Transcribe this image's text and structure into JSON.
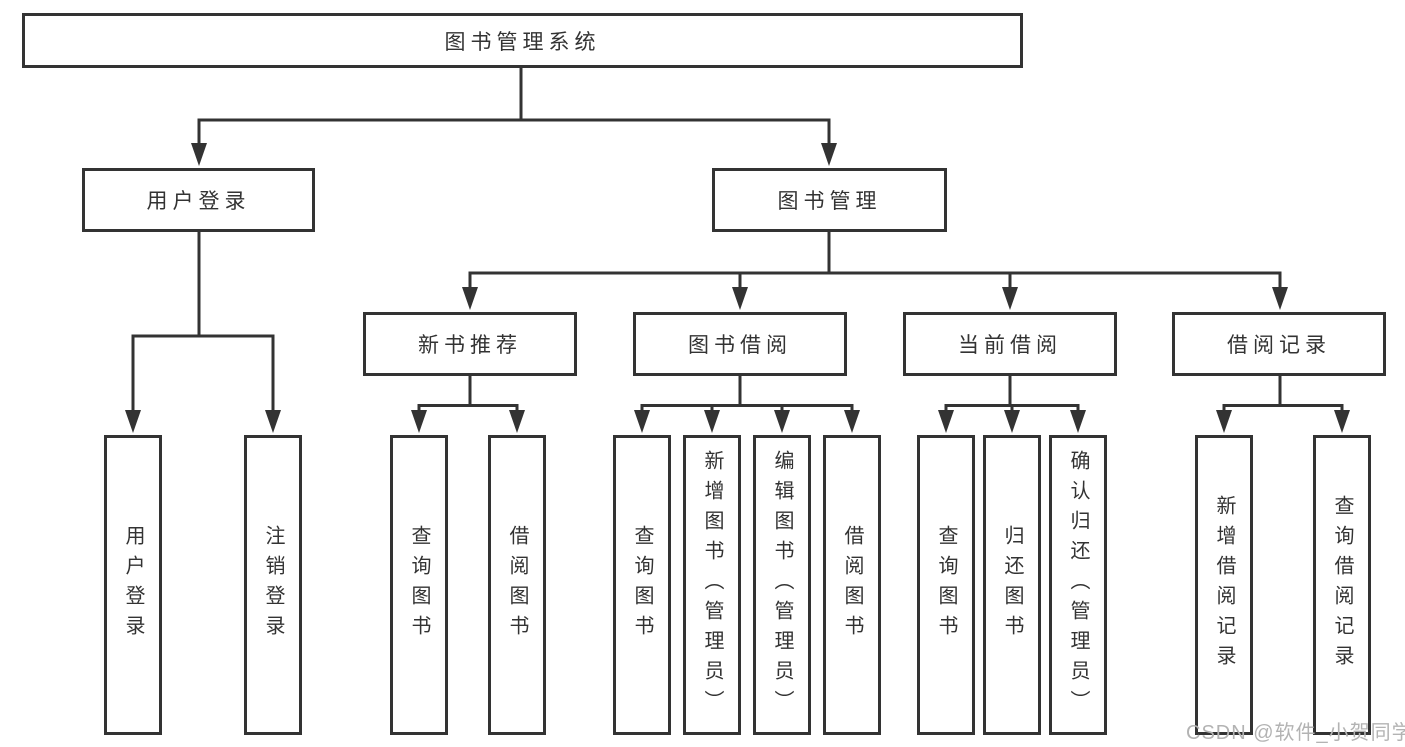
{
  "tree": {
    "root": {
      "label": "图书管理系统"
    },
    "branches": [
      {
        "label": "用户登录",
        "children": [
          {
            "label": "用户登录"
          },
          {
            "label": "注销登录"
          }
        ]
      },
      {
        "label": "图书管理",
        "children": [
          {
            "label": "新书推荐",
            "children": [
              {
                "label": "查询图书"
              },
              {
                "label": "借阅图书"
              }
            ]
          },
          {
            "label": "图书借阅",
            "children": [
              {
                "label": "查询图书"
              },
              {
                "label": "新增图书（管理员）"
              },
              {
                "label": "编辑图书（管理员）"
              },
              {
                "label": "借阅图书"
              }
            ]
          },
          {
            "label": "当前借阅",
            "children": [
              {
                "label": "查询图书"
              },
              {
                "label": "归还图书"
              },
              {
                "label": "确认归还（管理员）"
              }
            ]
          },
          {
            "label": "借阅记录",
            "children": [
              {
                "label": "新增借阅记录"
              },
              {
                "label": "查询借阅记录"
              }
            ]
          }
        ]
      }
    ]
  },
  "watermark": {
    "text": "CSDN @软件_小贺同学"
  },
  "colors": {
    "line": "#333333",
    "box_border": "#333333",
    "box_background": "#ffffff",
    "text": "#333333",
    "watermark": "#b3b3b3",
    "page_background": "#ffffff"
  }
}
